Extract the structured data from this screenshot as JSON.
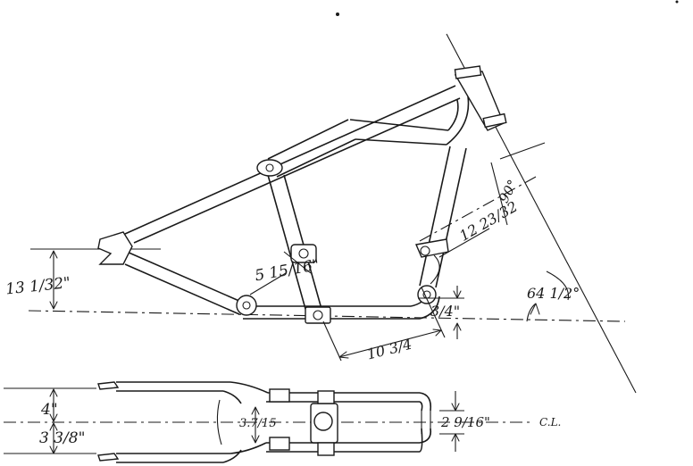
{
  "side_view": {
    "rear_axle_height": "13 1/32\"",
    "seat_post_offset": "5 15/16\"",
    "bottom_height": "3/4\"",
    "bottom_length": "10 3/4",
    "downtube_length": "12 23/32",
    "neck_angle_perpendicular": "90°",
    "rake_angle": "64 1/2°"
  },
  "top_view": {
    "rear_width_upper": "4\"",
    "rear_width_lower": "3 3/8\"",
    "center_spacing": "3.7/15",
    "front_width": "2 9/16\"",
    "centerline": "C.L."
  }
}
